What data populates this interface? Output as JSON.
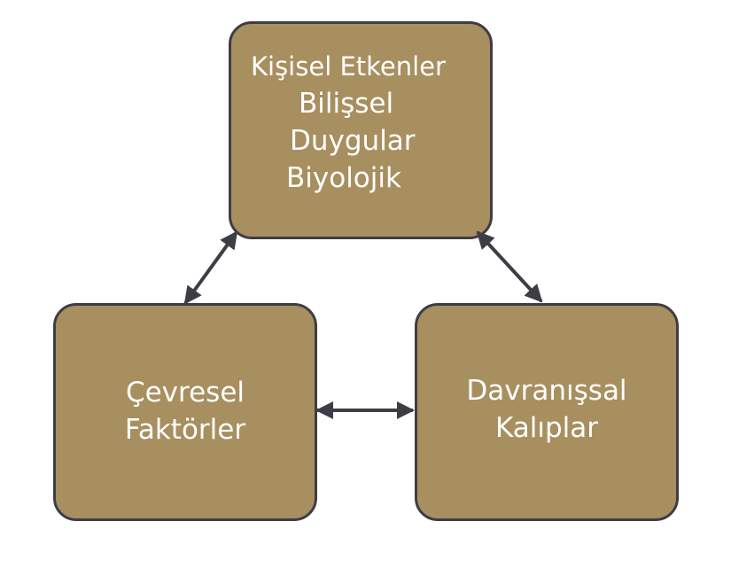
{
  "boxes": {
    "top": {
      "lines": [
        "Kişisel Etkenler",
        "Bilişsel",
        "Duygular",
        "Biyolojik"
      ]
    },
    "left": {
      "lines": [
        "Çevresel",
        "Faktörler"
      ]
    },
    "right": {
      "lines": [
        "Davranışsal",
        "Kalıplar"
      ]
    }
  },
  "colors": {
    "box_fill": "#a88f60",
    "box_border": "#3d3d45",
    "text": "#ffffff",
    "arrow": "#3d3d45",
    "background": "#ffffff"
  },
  "arrows": [
    {
      "name": "personal-environmental",
      "direction": "bidirectional"
    },
    {
      "name": "personal-behavioral",
      "direction": "bidirectional"
    },
    {
      "name": "environmental-behavioral",
      "direction": "bidirectional"
    }
  ]
}
